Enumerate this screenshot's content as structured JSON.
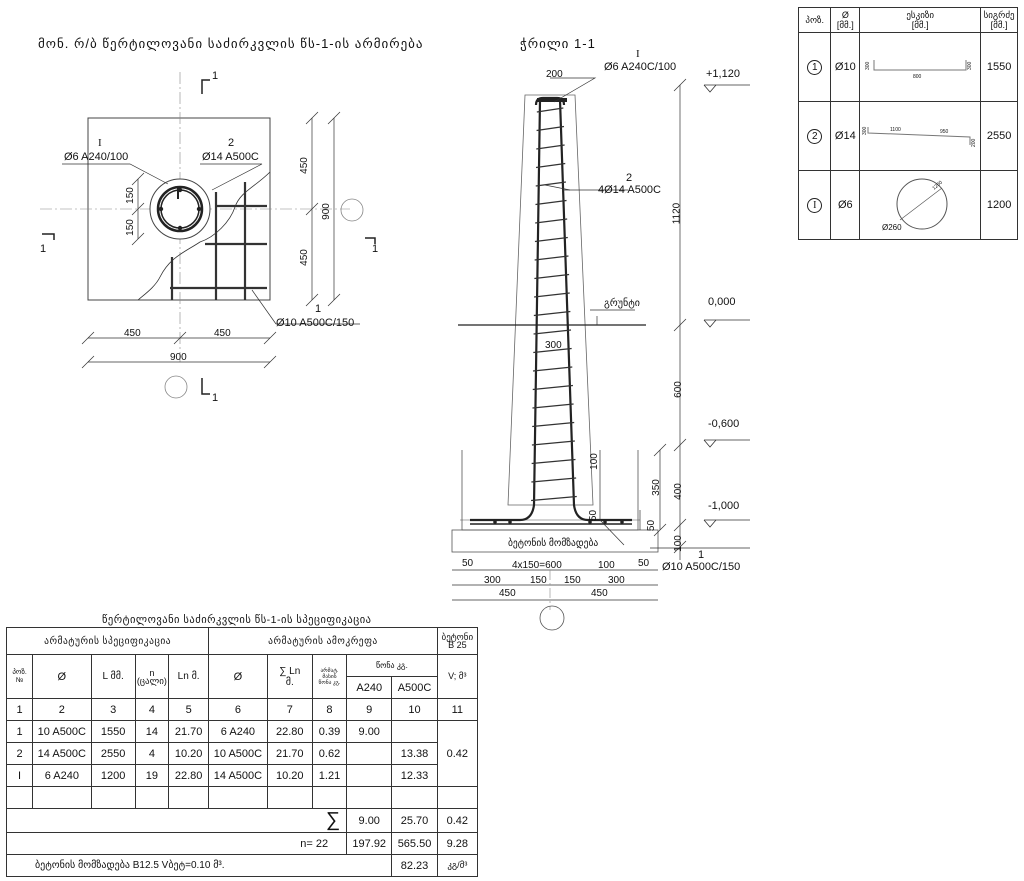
{
  "plan": {
    "title": "მონ. რ/ბ წერტილოვანი საძირკვლის წს-1-ის არმირება",
    "rebar_I": "I",
    "rebar_I_spec": "Ø6  A240/100",
    "rebar_2": "2",
    "rebar_2_spec": "Ø14  A500C",
    "rebar_1": "1",
    "rebar_1_spec": "Ø10  A500C/150",
    "dim_450_top": "450",
    "dim_450_bot": "450",
    "dim_900_v": "900",
    "dim_150_a": "150",
    "dim_150_b": "150",
    "dim_450_left": "450",
    "dim_450_right": "450",
    "dim_900_h": "900",
    "cut_mark": "1"
  },
  "section": {
    "title": "ჭრილი 1-1",
    "rebar_I": "I",
    "rebar_I_spec": "Ø6  A240C/100",
    "rebar_2": "2",
    "rebar_2_spec": "4Ø14  A500C",
    "rebar_1": "1",
    "rebar_1_spec": "Ø10  A500C/150",
    "ground_label": "გრუნტი",
    "concrete_label": "ბეტონის მომზადება",
    "elev_top": "+1,120",
    "elev_zero": "0,000",
    "elev_m600": "-0,600",
    "elev_m1000": "-1,000",
    "dim_200": "200",
    "dim_300": "300",
    "dim_1120": "1120",
    "dim_600": "600",
    "dim_400": "400",
    "dim_350": "350",
    "dim_100_a": "100",
    "dim_100_b": "100",
    "dim_50_a": "50",
    "dim_50_b": "50",
    "dim_50_c": "50",
    "dim_50_d": "50",
    "dim_4x150": "4x150=600",
    "dim_100_c": "100",
    "dim_300_l": "300",
    "dim_150_l": "150",
    "dim_150_r": "150",
    "dim_300_r": "300",
    "dim_450_l": "450",
    "dim_450_r": "450"
  },
  "bar_table": {
    "headers": [
      "პოზ.",
      "Ø\n[მმ.]",
      "ესკიზი\n[მმ.]",
      "სიგრძე\n[მმ.]"
    ],
    "rows": [
      {
        "pos": "1",
        "dia": "Ø10",
        "sketch_a": "300",
        "sketch_b": "800",
        "sketch_c": "300",
        "len": "1550"
      },
      {
        "pos": "2",
        "dia": "Ø14",
        "sketch_a": "300",
        "sketch_b": "1100",
        "sketch_c": "950",
        "sketch_d": "200",
        "len": "2550"
      },
      {
        "pos": "I",
        "dia": "Ø6",
        "sketch_a": "Ø260",
        "sketch_b": "1200",
        "len": "1200"
      }
    ]
  },
  "schedule": {
    "title": "წერტილოვანი საძირკვლის წს-1-ის სპეციფიკაცია",
    "grp_spec": "არმატურის სპეციფიკაცია",
    "grp_sample": "არმატურის ამოკრეფა",
    "grp_concrete": "ბეტონი\nB 25",
    "h_pos": "პოზ.\n№",
    "h_dia": "Ø",
    "h_L": "L   მმ.",
    "h_n": "n\n(ცალი)",
    "h_Ln": "Ln   მ.",
    "h_dia2": "Ø",
    "h_sumLn": "∑ Ln\nმ.",
    "h_mass": "არმატ.\nმასის\nწონა კგ.",
    "h_weight": "წონა   კგ.",
    "h_A240": "A240",
    "h_A500C": "A500C",
    "h_V": "V; მ³",
    "colnums": [
      "1",
      "2",
      "3",
      "4",
      "5",
      "6",
      "7",
      "8",
      "9",
      "10",
      "11"
    ],
    "rows": [
      [
        "1",
        "10  A500C",
        "1550",
        "14",
        "21.70",
        "6  A240",
        "22.80",
        "0.39",
        "9.00",
        "",
        ""
      ],
      [
        "2",
        "14  A500C",
        "2550",
        "4",
        "10.20",
        "10  A500C",
        "21.70",
        "0.62",
        "",
        "13.38",
        "0.42"
      ],
      [
        "I",
        "6 A240",
        "1200",
        "19",
        "22.80",
        "14  A500C",
        "10.20",
        "1.21",
        "",
        "12.33",
        ""
      ]
    ],
    "sum_sign": "∑",
    "sum_A240": "9.00",
    "sum_A500C": "25.70",
    "sum_V": "0.42",
    "n_label": "n=  22",
    "n_A240": "197.92",
    "n_A500C": "565.50",
    "n_V": "9.28",
    "footer_label": "ბეტონის მომზადება  B12.5   Vბეტ=0.10  მ³.",
    "footer_val": "82.23",
    "footer_unit": "კგ/მ³"
  }
}
